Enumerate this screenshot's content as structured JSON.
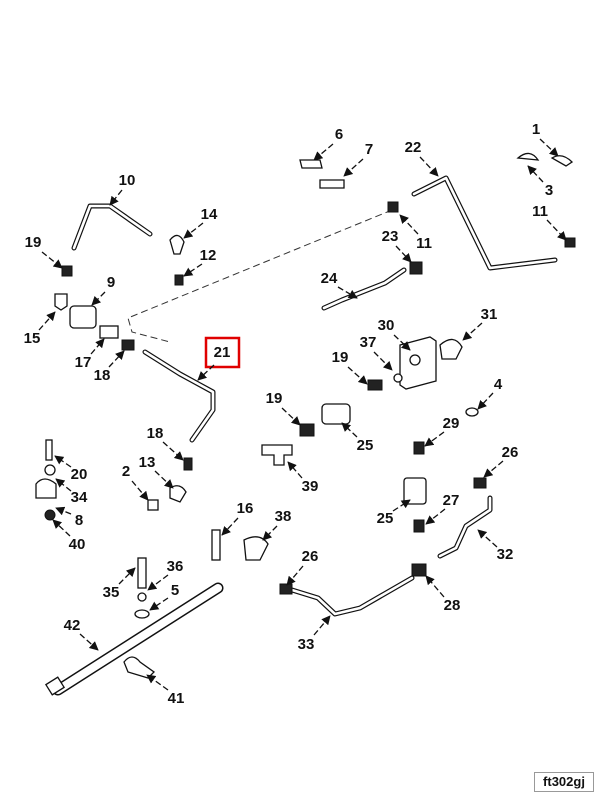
{
  "figure_id": "ft302gj",
  "highlighted_callout": "21",
  "highlight_color": "#e00000",
  "callouts": [
    "1",
    "3",
    "6",
    "7",
    "22",
    "10",
    "14",
    "19",
    "11",
    "11",
    "12",
    "23",
    "9",
    "24",
    "15",
    "30",
    "31",
    "17",
    "37",
    "18",
    "21",
    "19",
    "4",
    "19",
    "29",
    "18",
    "25",
    "26",
    "13",
    "20",
    "2",
    "39",
    "34",
    "27",
    "25",
    "16",
    "8",
    "38",
    "32",
    "40",
    "26",
    "36",
    "35",
    "5",
    "28",
    "42",
    "33",
    "41"
  ]
}
